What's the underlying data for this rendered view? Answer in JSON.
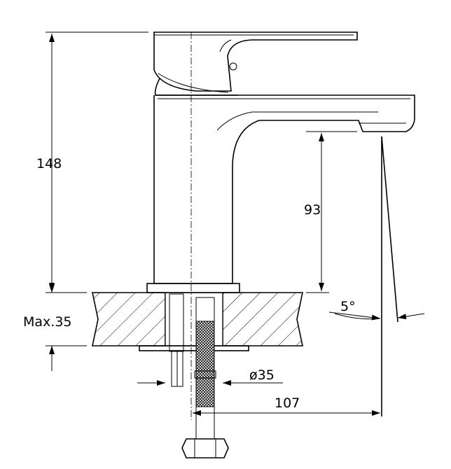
{
  "dimensions": {
    "height_total": "148",
    "outlet_height": "93",
    "max_deck": "Max.35",
    "hole_diameter": "ø35",
    "reach": "107",
    "angle": "5°"
  }
}
